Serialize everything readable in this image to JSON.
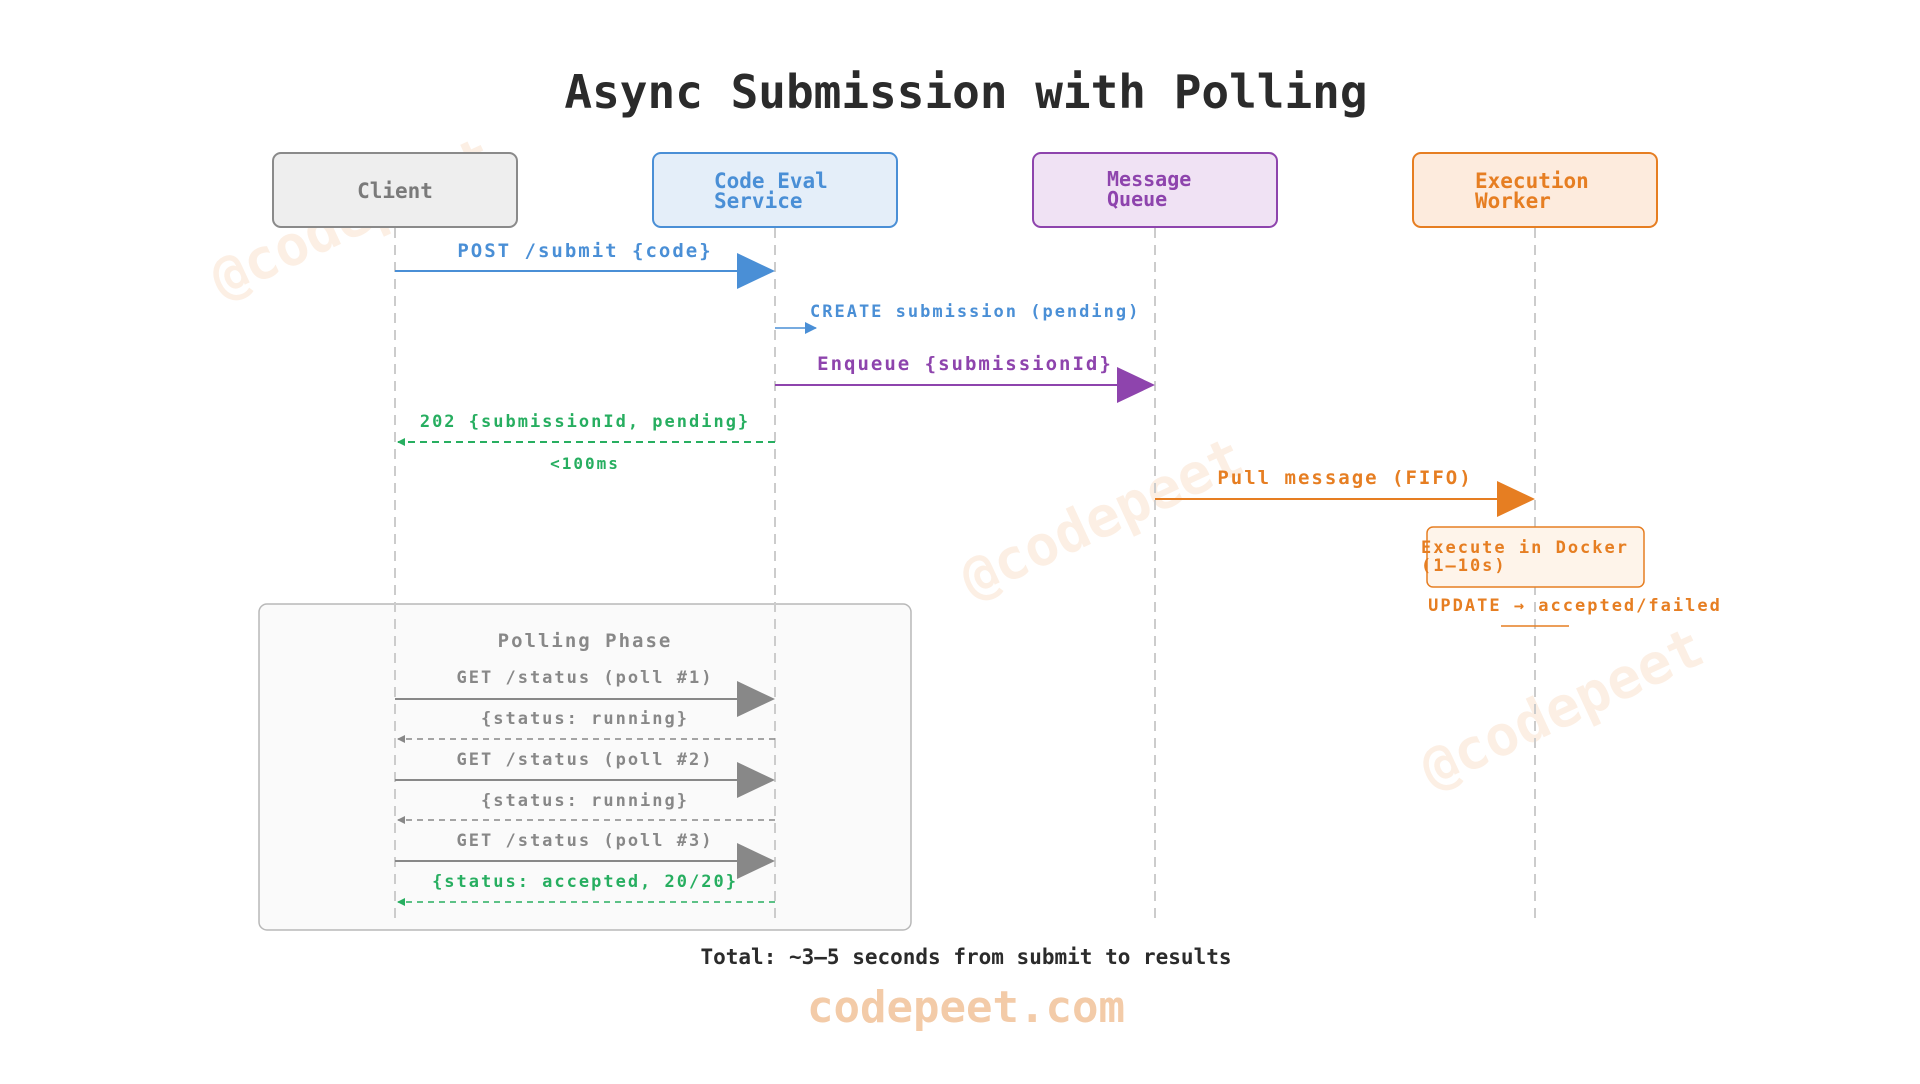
{
  "title": "Async Submission with Polling",
  "watermark": "@codepeet",
  "brand": "codepeet.com",
  "participants": [
    {
      "id": "client",
      "lines": [
        "Client"
      ],
      "fill": "#eeeeee",
      "stroke": "#8a8a8a",
      "text_color": "#7a7a7a"
    },
    {
      "id": "code-eval-service",
      "lines": [
        "Code Eval",
        "Service"
      ],
      "fill": "#e4eef9",
      "stroke": "#4a8fd6",
      "text_color": "#4a8fd6"
    },
    {
      "id": "message-queue",
      "lines": [
        "Message",
        "Queue"
      ],
      "fill": "#f0e2f4",
      "stroke": "#8e44ad",
      "text_color": "#8e44ad"
    },
    {
      "id": "execution-worker",
      "lines": [
        "Execution",
        "Worker"
      ],
      "fill": "#fdebdd",
      "stroke": "#e67e22",
      "text_color": "#e67e22"
    }
  ],
  "messages": [
    {
      "label": "POST /submit {code}",
      "color": "#4a8fd6"
    },
    {
      "label": "CREATE submission (pending)",
      "color": "#4a8fd6"
    },
    {
      "label": "Enqueue {submissionId}",
      "color": "#8e44ad"
    },
    {
      "label": "202 {submissionId, pending}",
      "color": "#27ae60"
    },
    {
      "label": "<100ms",
      "color": "#27ae60"
    },
    {
      "label": "Pull message (FIFO)",
      "color": "#e67e22"
    },
    {
      "label": "UPDATE → accepted/failed",
      "color": "#e67e22"
    }
  ],
  "worker_note": {
    "lines": [
      "Execute in Docker",
      "(1–10s)"
    ],
    "color": "#e67e22"
  },
  "polling": {
    "title": "Polling Phase",
    "steps": [
      {
        "label": "GET /status (poll #1)",
        "color": "#888888"
      },
      {
        "label": "{status: running}",
        "color": "#888888"
      },
      {
        "label": "GET /status (poll #2)",
        "color": "#888888"
      },
      {
        "label": "{status: running}",
        "color": "#888888"
      },
      {
        "label": "GET /status (poll #3)",
        "color": "#888888"
      },
      {
        "label": "{status: accepted, 20/20}",
        "color": "#27ae60"
      }
    ]
  },
  "footer": "Total: ~3–5 seconds from submit to results"
}
